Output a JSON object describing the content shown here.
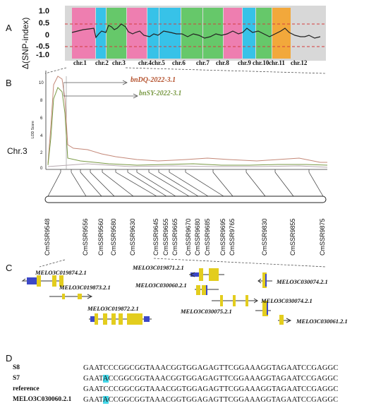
{
  "panels": {
    "a": "A",
    "b": "B",
    "c": "C",
    "d": "D"
  },
  "panel_a": {
    "ylabel": "Δ(SNP-index)",
    "yticks": [
      "1.0",
      "0.5",
      "0",
      "-0.5",
      "-1.0"
    ],
    "chromosomes": [
      "chr.1",
      "chr.2",
      "chr.3",
      "chr.4",
      "chr.5",
      "chr.6",
      "chr.7",
      "chr.8",
      "chr.9",
      "chr.10",
      "chr.11",
      "chr.12"
    ],
    "chrom_colors": [
      "#ee7eb0",
      "#37c2e8",
      "#66c86a",
      "#ee7eb0",
      "#37c2e8",
      "#37c2e8",
      "#66c86a",
      "#66c86a",
      "#ee7eb0",
      "#37c2e8",
      "#66c86a",
      "#f2a83b"
    ]
  },
  "panel_b": {
    "ylabel": "LOD Score",
    "yticks": [
      "10",
      "8",
      "6",
      "4",
      "2",
      "0"
    ],
    "chr_label": "Chr.3",
    "legend": [
      {
        "label": "bnDQ-2022-3.1",
        "color": "#b5532f"
      },
      {
        "label": "bnSY-2022-3.1",
        "color": "#7a9a45"
      }
    ],
    "markers": [
      "CmSSR9548",
      "CmSSR9556",
      "CmSSR9560",
      "CmSSR9580",
      "CmSSR9630",
      "CmSSR9645",
      "CmSSR9655",
      "CmSSR9665",
      "CmSSR9670",
      "CmSSR9680",
      "CmSSR9685",
      "CmSSR9695",
      "CmSSR9765",
      "CmSSR9830",
      "CmSSR9855",
      "CmSSR9875"
    ]
  },
  "panel_c": {
    "genes": [
      "MELO3C019874.2.1",
      "MELO3C019873.2.1",
      "MELO3C019872.2.1",
      "MELO3C019871.2.1",
      "MELO3C030060.2.1",
      "MELO3C030074.2.1",
      "MELO3C030074.2.1",
      "MELO3C030075.2.1",
      "MELO3C030061.2.1"
    ],
    "exon_color": "#e3cd1e",
    "utr_color": "#3c48c8"
  },
  "panel_d": {
    "rows": [
      {
        "name": "S8",
        "pre": "GAAT",
        "snp": "C",
        "post": "CCGGCGGTAAACGGTGGAGAGTTCGGAAAGGTAGAATCCGAGGC",
        "hl": false
      },
      {
        "name": "S7",
        "pre": "GAAT",
        "snp": "A",
        "post": "CCGGCGGTAAACGGTGGAGAGTTCGGAAAGGTAGAATCCGAGGC",
        "hl": true
      },
      {
        "name": "reference",
        "pre": "GAAT",
        "snp": "C",
        "post": "CCGGCGGTAAACGGTGGAGAGTTCGGAAAGGTAGAATCCGAGGC",
        "hl": false
      },
      {
        "name": "MELO3C030060.2.1",
        "pre": "GAAT",
        "snp": "A",
        "post": "CCGGCGGTAAACGGTGGAGAGTTCGGAAAGGTAGAATCCGAGGC",
        "hl": true
      }
    ],
    "highlight_color": "#44d7e8"
  }
}
